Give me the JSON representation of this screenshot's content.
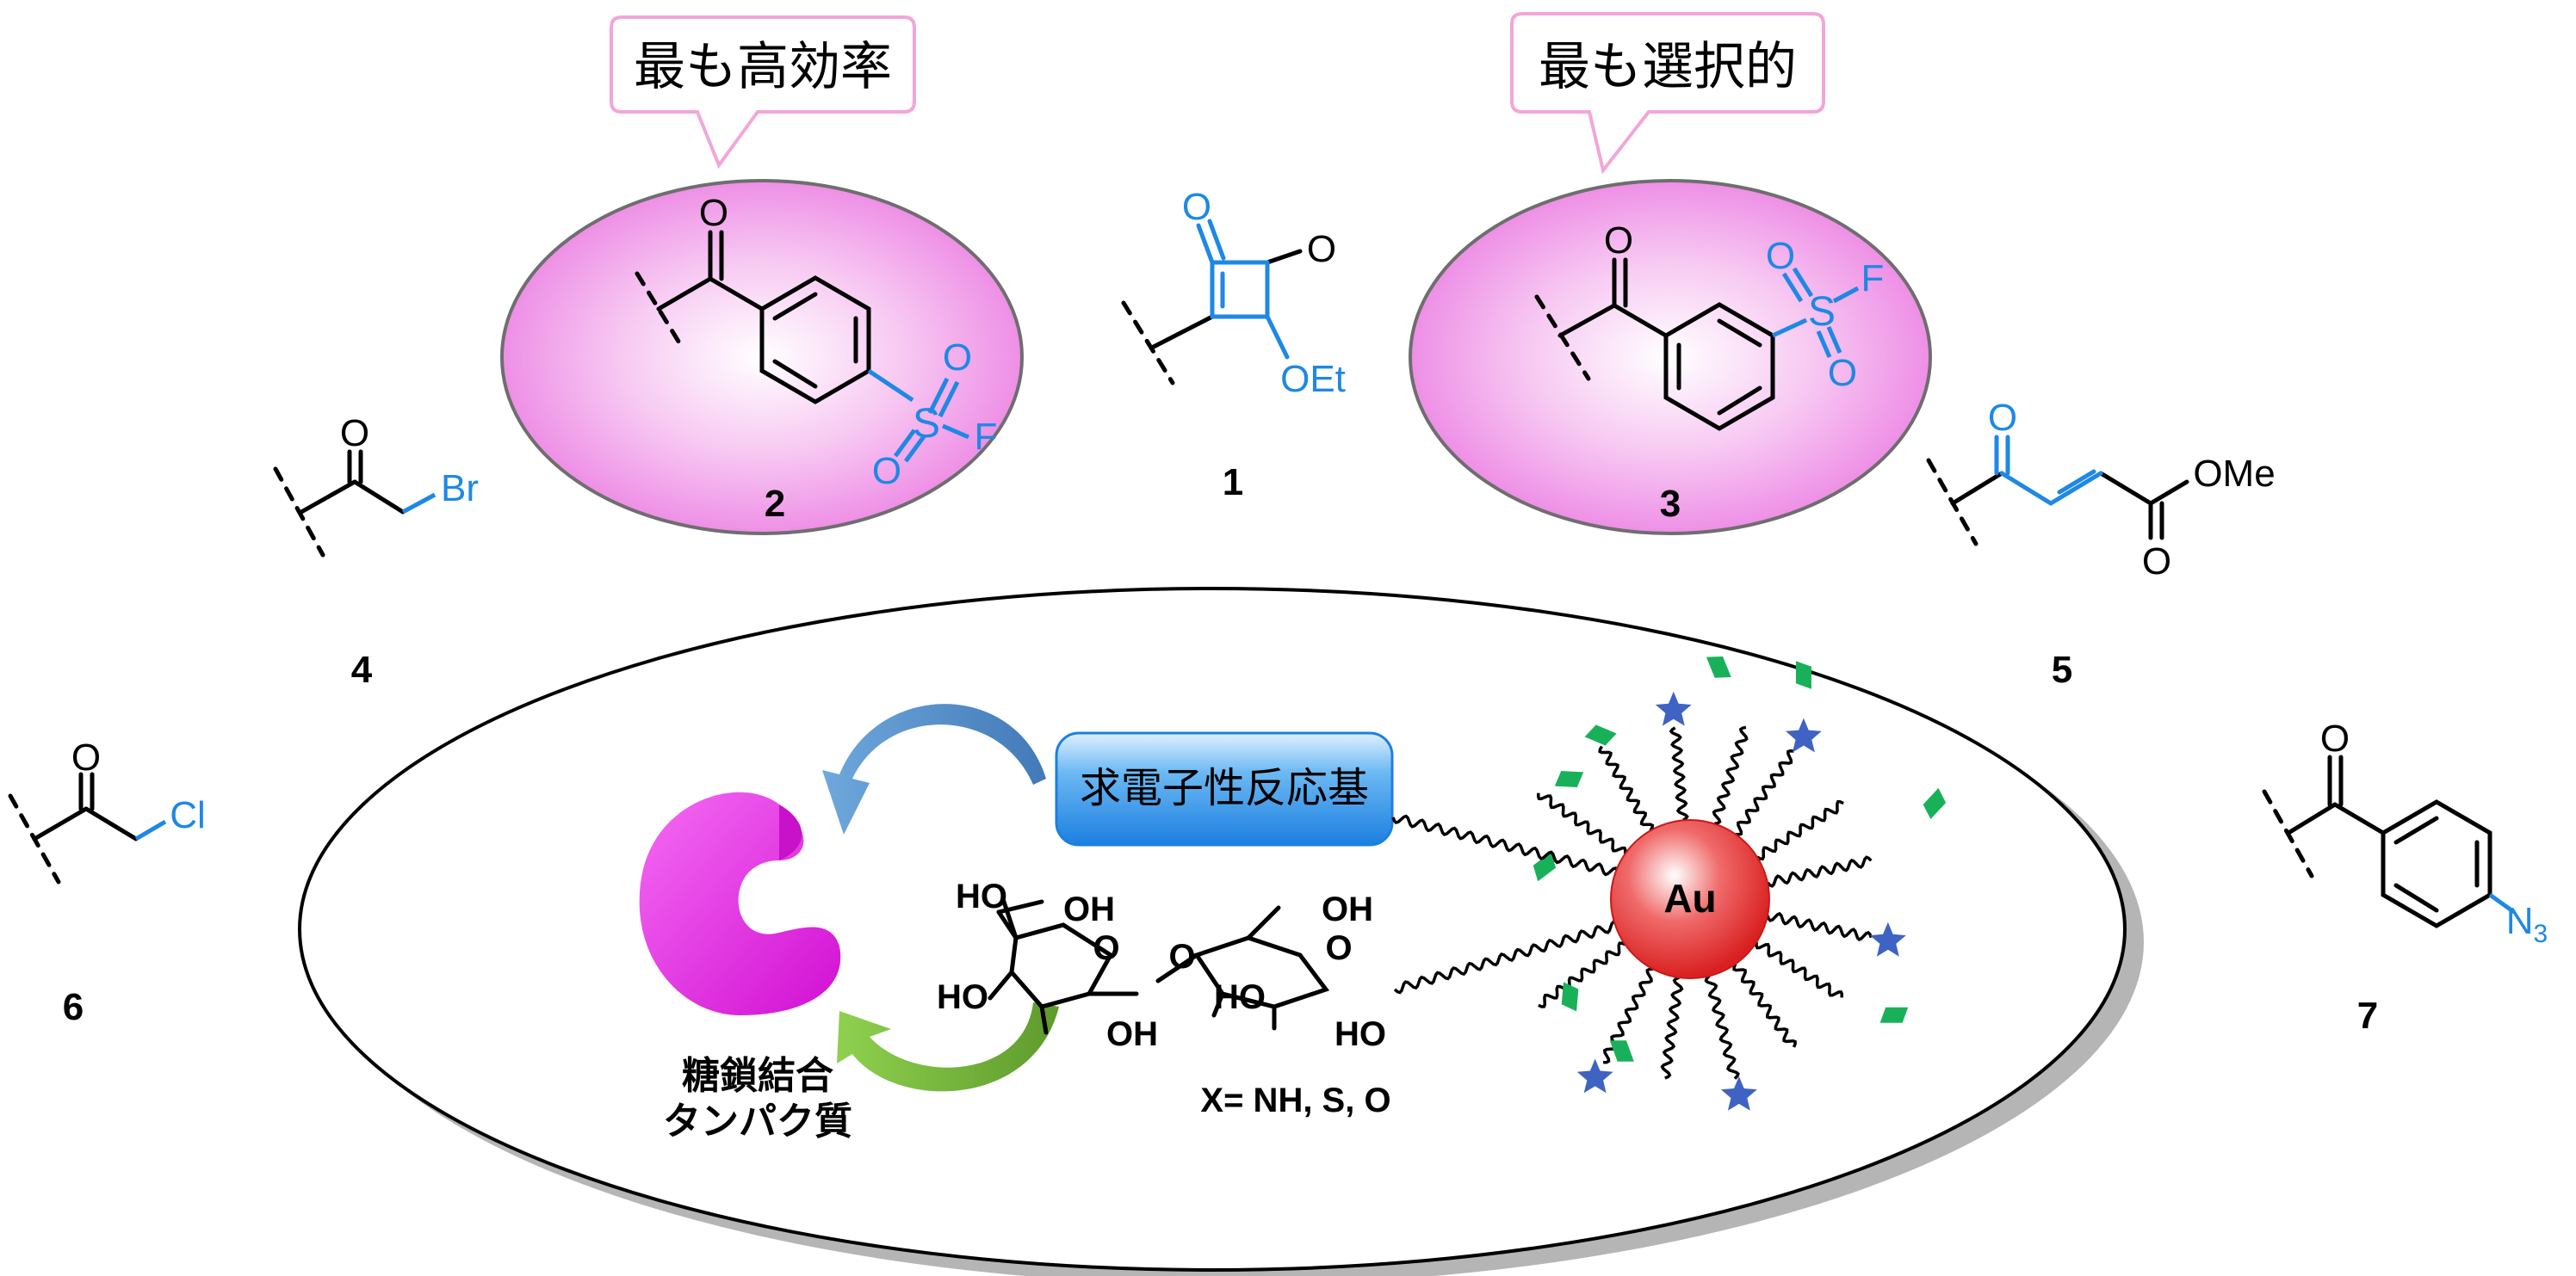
{
  "colors": {
    "blue": "#1e88e5",
    "black": "#000000",
    "pink_fill": "#f4b6ef",
    "callout_border": "#f2a6d8",
    "magenta": "#ee1aef",
    "gold_sphere": "#e83b3b",
    "star": "#3e63c2",
    "leaf": "#18b15a"
  },
  "callouts": {
    "left": "最も高効率",
    "right": "最も選択的"
  },
  "compounds": {
    "c1": {
      "number": "1",
      "substituent": "OEt"
    },
    "c2": {
      "number": "2"
    },
    "c3": {
      "number": "3"
    },
    "c4": {
      "number": "4",
      "halogen": "Br"
    },
    "c5": {
      "number": "5",
      "ester": "OMe"
    },
    "c6": {
      "number": "6",
      "halogen": "Cl"
    },
    "c7": {
      "number": "7",
      "azide": "N",
      "azide_sub": "3"
    }
  },
  "atoms": {
    "o": "O",
    "s": "S",
    "f": "F"
  },
  "center": {
    "electrophile_label": "求電子性反応基",
    "au_label": "Au",
    "protein_label_line1": "糖鎖結合",
    "protein_label_line2": "タンパク質",
    "x_label": "X= NH, S, O",
    "oh": "OH",
    "ho": "HO"
  }
}
